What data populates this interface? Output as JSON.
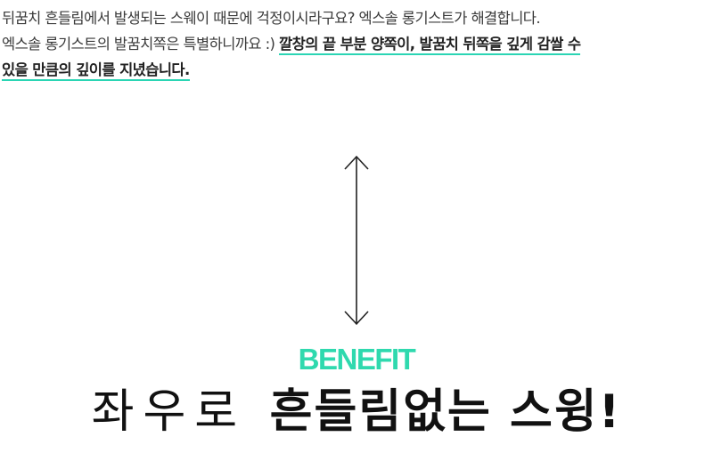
{
  "intro": {
    "line1": "뒤꿈치 흔들림에서 발생되는 스웨이 때문에 걱정이시라구요? 엑스솔 롱기스트가 해결합니다.",
    "line2_plain": "엑스솔 롱기스트의 발꿈치쪽은 특별하니까요 :) ",
    "line2_highlight": "깔창의 끝 부분 양쪽이, 발꿈치 뒤쪽을 깊게 감쌀 수",
    "line3_highlight": "있을 만큼의 깊이를 지녔습니다."
  },
  "benefit_label": "BENEFIT",
  "headline": {
    "light": "좌우로 ",
    "bold": "흔들림없는 스윙!"
  },
  "colors": {
    "accent": "#2fd9ae",
    "underline": "#2bd5b4",
    "text": "#333333",
    "headline": "#111111"
  },
  "icons": {
    "arrow": "vertical-double-arrow-icon"
  }
}
